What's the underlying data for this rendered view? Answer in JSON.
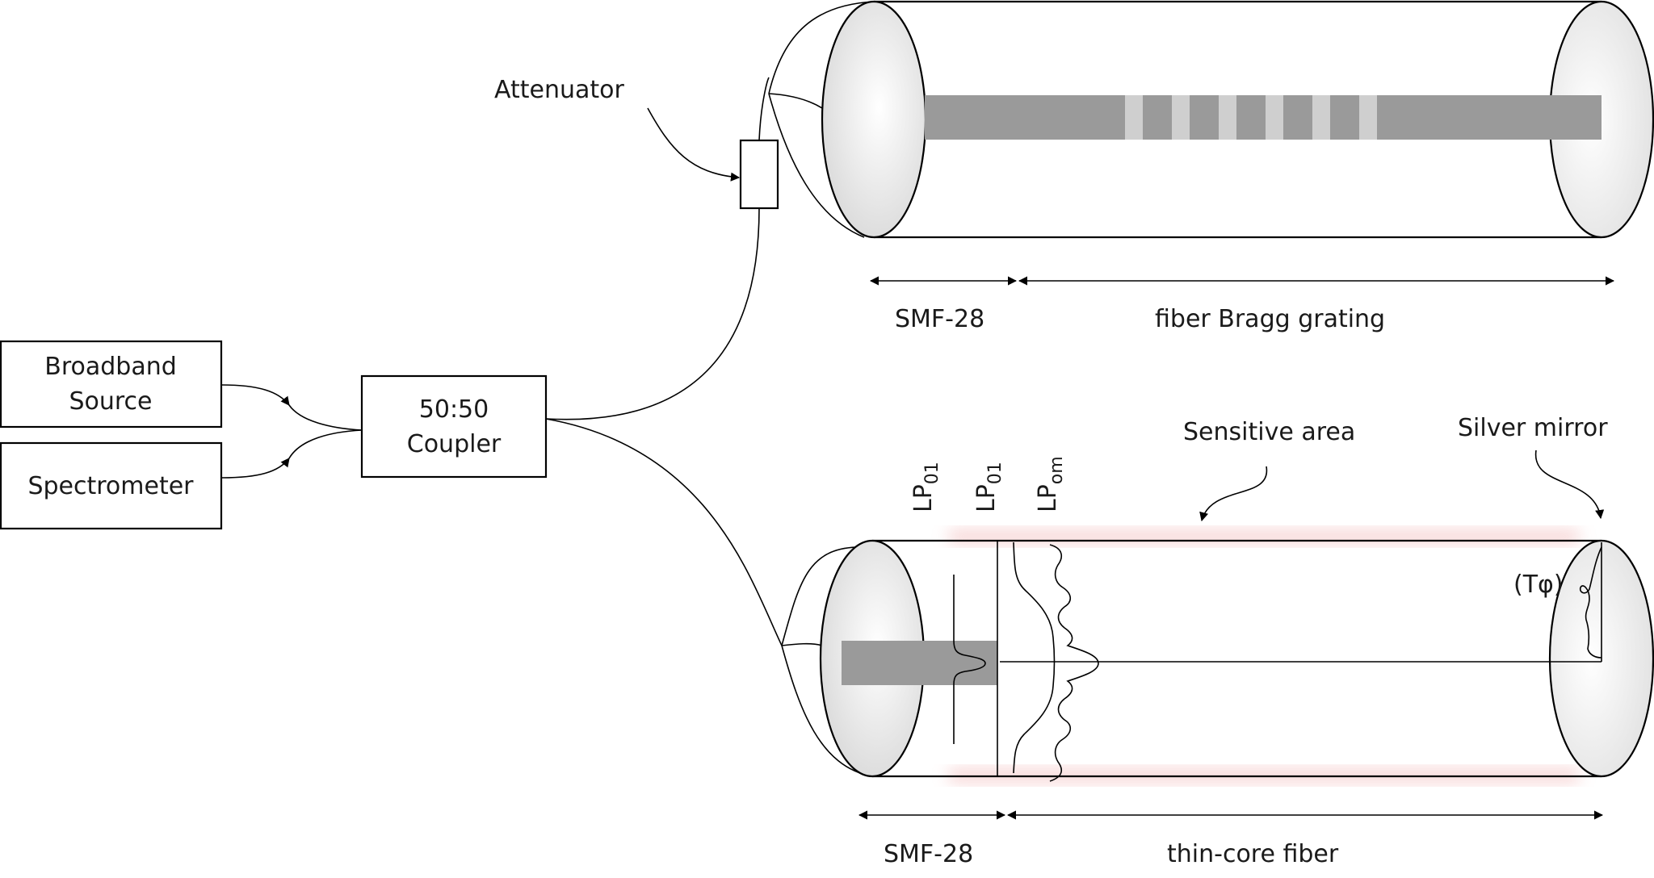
{
  "source_box": {
    "line1": "Broadband",
    "line2": "Source"
  },
  "spectrometer_box": {
    "label": "Spectrometer"
  },
  "coupler_box": {
    "line1": "50:50",
    "line2": "Coupler"
  },
  "attenuator_label": "Attenuator",
  "fbg_sensor": {
    "smf_label": "SMF-28",
    "grating_label": "fiber Bragg grating"
  },
  "thin_core_sensor": {
    "smf_label": "SMF-28",
    "fiber_label": "thin-core fiber",
    "sensitive_area_label": "Sensitive area",
    "mirror_label": "Silver mirror",
    "phase_label": "(Tφ)",
    "modes": [
      {
        "base": "LP",
        "sub": "01"
      },
      {
        "base": "LP",
        "sub": "01"
      },
      {
        "base": "LP",
        "sub": "om"
      }
    ]
  },
  "colors": {
    "core": "#9a9a9a",
    "grating_band": "#cfcfcf",
    "glow": "#f2b8b8",
    "line": "#000000"
  }
}
